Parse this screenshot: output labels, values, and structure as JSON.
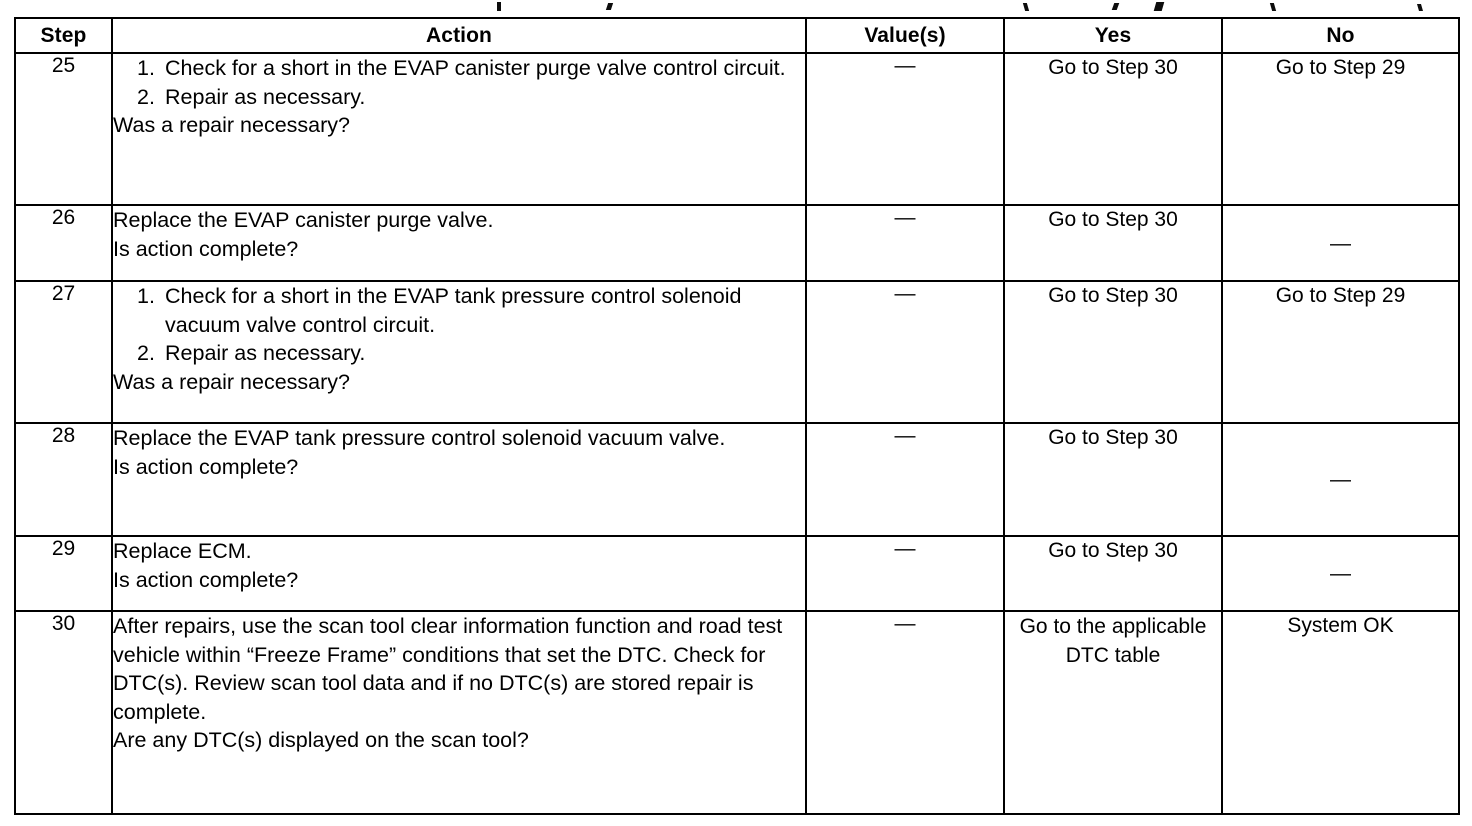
{
  "table": {
    "columns": [
      "Step",
      "Action",
      "Value(s)",
      "Yes",
      "No"
    ],
    "rows": [
      {
        "step": "25",
        "action": {
          "list": [
            "Check for a short in the EVAP canister purge valve control circuit.",
            "Repair as necessary."
          ],
          "question": "Was a repair necessary?"
        },
        "value": "—",
        "yes": "Go to Step 30",
        "no": "Go to Step 29"
      },
      {
        "step": "26",
        "action": {
          "lines": [
            "Replace the EVAP canister purge valve."
          ],
          "question": "Is action complete?"
        },
        "value": "—",
        "yes": "Go to Step 30",
        "no": "—"
      },
      {
        "step": "27",
        "action": {
          "list": [
            "Check for a short in the EVAP tank pressure control solenoid vacuum valve control circuit.",
            "Repair as necessary."
          ],
          "question": "Was a repair necessary?"
        },
        "value": "—",
        "yes": "Go to Step 30",
        "no": "Go to Step 29"
      },
      {
        "step": "28",
        "action": {
          "lines": [
            "Replace the EVAP tank pressure control solenoid vacuum valve."
          ],
          "question": "Is action complete?"
        },
        "value": "—",
        "yes": "Go to Step 30",
        "no": "—"
      },
      {
        "step": "29",
        "action": {
          "lines": [
            "Replace ECM."
          ],
          "question": "Is action complete?"
        },
        "value": "—",
        "yes": "Go to Step 30",
        "no": "—"
      },
      {
        "step": "30",
        "action": {
          "lines": [
            "After repairs, use the scan tool clear information function and road test vehicle within “Freeze Frame” conditions that set the DTC. Check for DTC(s). Review scan tool data and if no DTC(s) are stored repair is complete."
          ],
          "question": "Are any DTC(s) displayed on the scan tool?"
        },
        "value": "—",
        "yes": "Go to the applicable DTC table",
        "no": "System OK"
      }
    ]
  },
  "colors": {
    "ink": "#000000",
    "paper": "#ffffff"
  }
}
